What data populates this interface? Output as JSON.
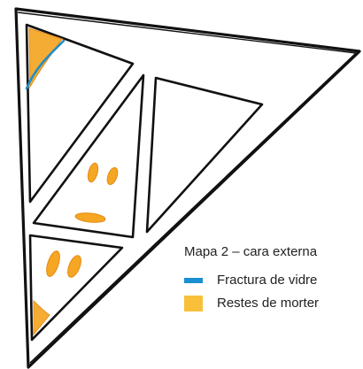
{
  "legend": {
    "title": "Mapa 2 – cara externa",
    "items": [
      {
        "label": "Fractura de vidre",
        "symbol": "line",
        "color": "#1a8fd1"
      },
      {
        "label": "Restes de morter",
        "symbol": "area",
        "color": "#f8c03a"
      }
    ]
  },
  "colors": {
    "ink": "#111111",
    "mortar_fill": "#f5a623",
    "mortar_edge": "#e58a12",
    "fracture": "#1f8ec9"
  }
}
